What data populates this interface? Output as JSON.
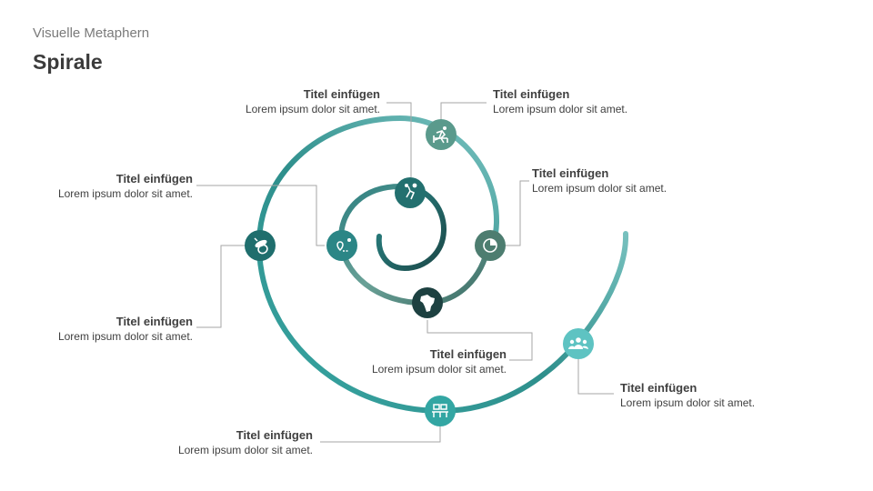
{
  "header": {
    "subtitle": "Visuelle Metaphern",
    "title": "Spirale"
  },
  "colors": {
    "dark": "#1f4e4e",
    "mid": "#2c8585",
    "light": "#9fdcda",
    "line": "#a6a6a6",
    "text": "#404040"
  },
  "items": [
    {
      "title": "Titel einfügen",
      "text": "Lorem ipsum dolor sit amet.",
      "icon": "basketball-player-icon"
    },
    {
      "title": "Titel einfügen",
      "text": "Lorem ipsum dolor sit amet.",
      "icon": "runner-hurdle-icon"
    },
    {
      "title": "Titel einfügen",
      "text": "Lorem ipsum dolor sit amet.",
      "icon": "pie-chart-icon"
    },
    {
      "title": "Titel einfügen",
      "text": "Lorem ipsum dolor sit amet.",
      "icon": "route-map-icon"
    },
    {
      "title": "Titel einfügen",
      "text": "Lorem ipsum dolor sit amet.",
      "icon": "acorn-icon"
    },
    {
      "title": "Titel einfügen",
      "text": "Lorem ipsum dolor sit amet.",
      "icon": "africa-map-icon"
    },
    {
      "title": "Titel einfügen",
      "text": "Lorem ipsum dolor sit amet.",
      "icon": "team-icon"
    },
    {
      "title": "Titel einfügen",
      "text": "Lorem ipsum dolor sit amet.",
      "icon": "meeting-icon"
    }
  ]
}
